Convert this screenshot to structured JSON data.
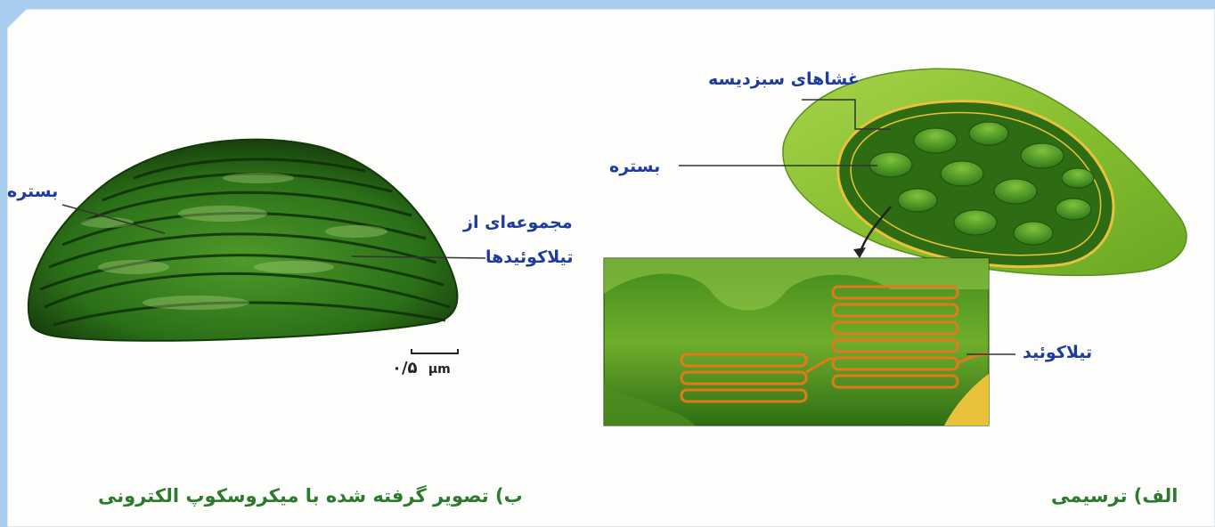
{
  "left_panel": {
    "label_stroma": "بستره",
    "label_thylakoid_group_line1": "مجموعه‌ای از",
    "label_thylakoid_group_line2": "تیلاکوئیدها",
    "scale_value": "۰/۵",
    "scale_unit": "µm",
    "caption": "ب)  تصویر گرفته شده با میکروسکوپ الکترونی"
  },
  "right_panel": {
    "label_membranes": "غشاهای سبزدیسه",
    "label_stroma": "بستره",
    "label_thylakoid": "تیلاکوئید",
    "caption": "الف) ترسیمی"
  },
  "colors": {
    "background": "#a9cdef",
    "label_blue": "#1f3c9c",
    "caption_green": "#2b7a2e",
    "chloroplast_dark": "#1e5a12",
    "chloroplast_light": "#8fc43a",
    "membrane_gold": "#e8c23a"
  }
}
